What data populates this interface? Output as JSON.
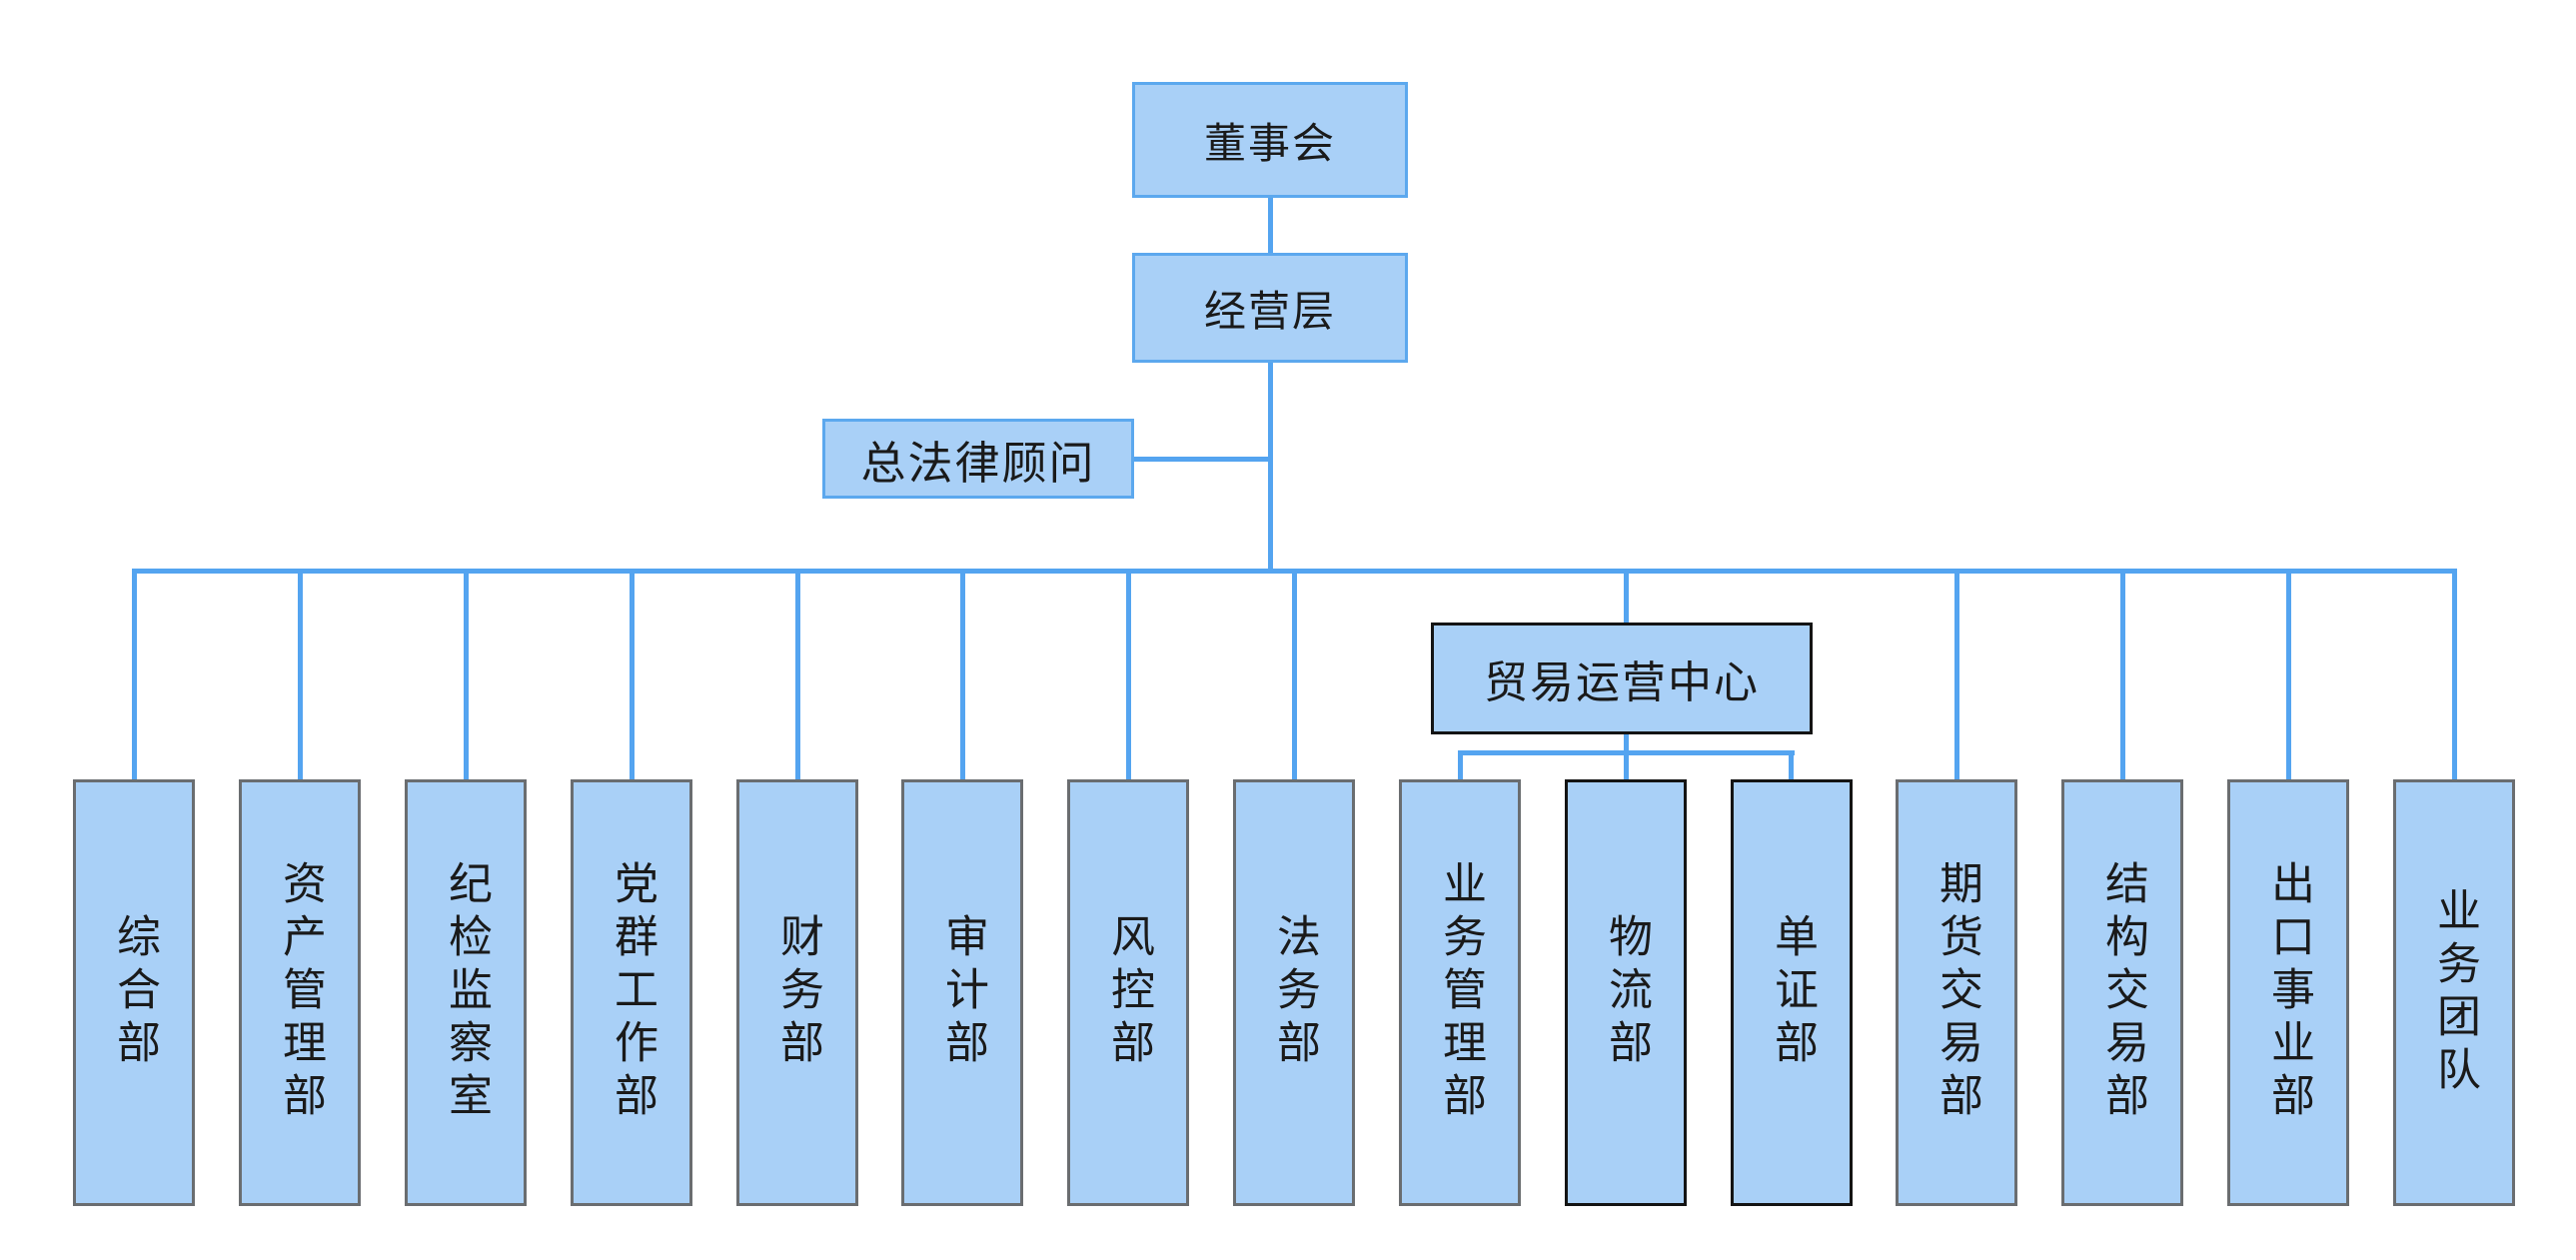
{
  "org_chart": {
    "root": {
      "label": "董事会"
    },
    "level2": {
      "label": "经营层"
    },
    "staff_node": {
      "label": "总法律顾问"
    },
    "center_node": {
      "label": "贸易运营中心"
    },
    "departments": [
      {
        "label": "综合部",
        "border": "gray"
      },
      {
        "label": "资产管理部",
        "border": "gray"
      },
      {
        "label": "纪检监察室",
        "border": "gray"
      },
      {
        "label": "党群工作部",
        "border": "gray"
      },
      {
        "label": "财务部",
        "border": "gray"
      },
      {
        "label": "审计部",
        "border": "gray"
      },
      {
        "label": "风控部",
        "border": "gray"
      },
      {
        "label": "法务部",
        "border": "gray"
      },
      {
        "label": "业务管理部",
        "border": "gray"
      },
      {
        "label": "物流部",
        "border": "black"
      },
      {
        "label": "单证部",
        "border": "black"
      },
      {
        "label": "期货交易部",
        "border": "gray"
      },
      {
        "label": "结构交易部",
        "border": "gray"
      },
      {
        "label": "出口事业部",
        "border": "gray"
      },
      {
        "label": "业务团队",
        "border": "gray"
      }
    ],
    "colors": {
      "background": "#FFFFFF",
      "node_fill": "#A9D0F7",
      "blue_border": "#5CA8EE",
      "gray_border": "#6A6D70",
      "black_border": "#141414",
      "connector": "#54A4F0",
      "text": "#1A1A1A"
    }
  }
}
